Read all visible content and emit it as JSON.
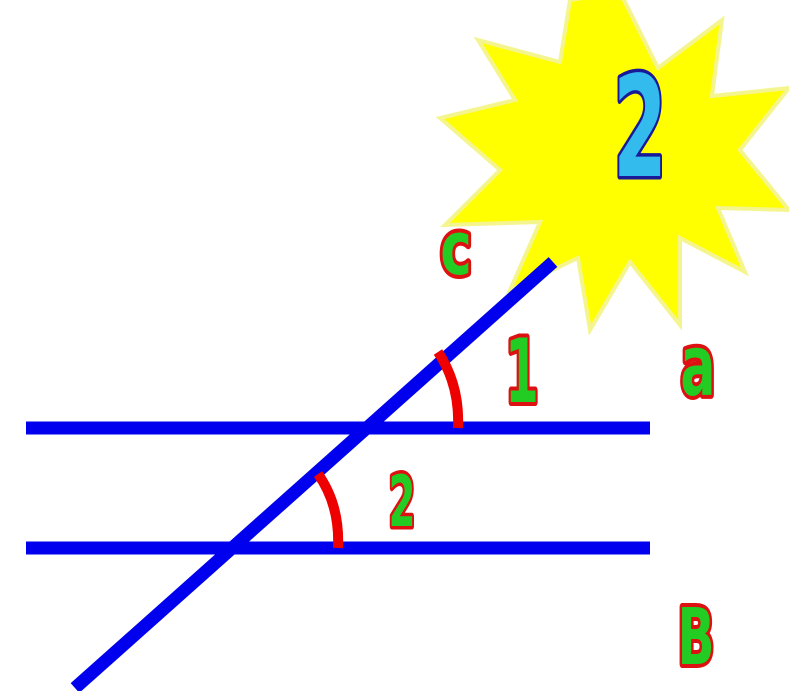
{
  "badge": {
    "number": "2",
    "star_fill": "#ffff00",
    "star_stroke": "#f5f590",
    "number_fill": "#33bbee",
    "number_stroke": "#1a1a99"
  },
  "lines": {
    "color": "#0000ee",
    "transversal_label": "c",
    "upper_label": "a",
    "lower_label": "B"
  },
  "angles": {
    "color": "#ee0000",
    "angle1_label": "1",
    "angle2_label": "2"
  },
  "label_style": {
    "fill": "#22cc22",
    "stroke": "#dd1111"
  }
}
